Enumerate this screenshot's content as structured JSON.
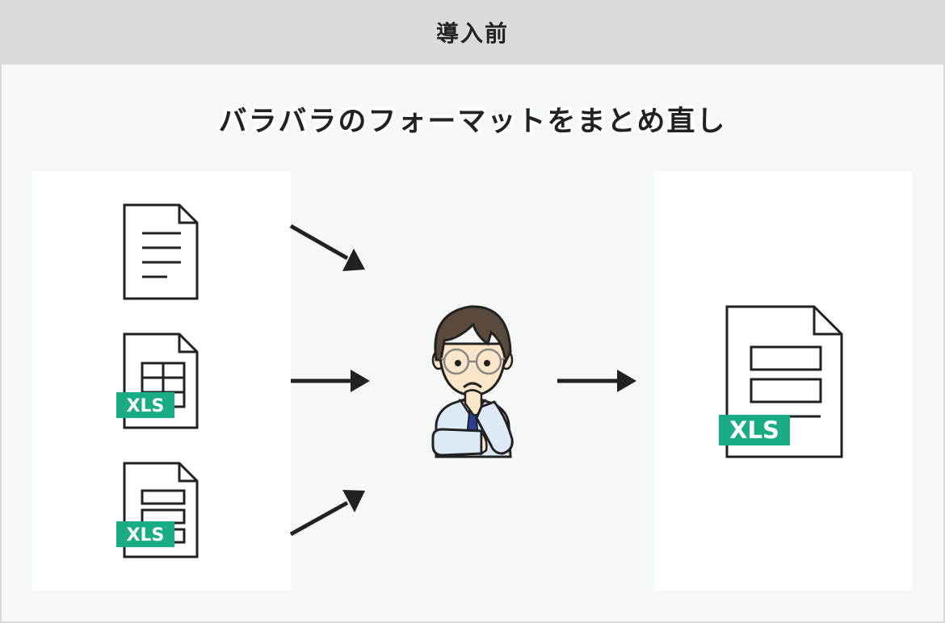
{
  "header": {
    "title": "導入前"
  },
  "main": {
    "subtitle": "バラバラのフォーマットをまとめ直し",
    "sources": [
      {
        "type": "document",
        "icon": "text-document-icon"
      },
      {
        "type": "spreadsheet",
        "icon": "xls-table-file-icon",
        "badge": "XLS"
      },
      {
        "type": "form",
        "icon": "xls-form-file-icon",
        "badge": "XLS"
      }
    ],
    "person": {
      "icon": "thinking-man-icon"
    },
    "result": {
      "icon": "xls-form-file-icon",
      "badge": "XLS"
    }
  },
  "colors": {
    "header_bg": "#dadada",
    "stage_bg": "#f4f8f7",
    "panel_bg": "#ffffff",
    "badge": "#1aac84",
    "stroke": "#222222"
  }
}
